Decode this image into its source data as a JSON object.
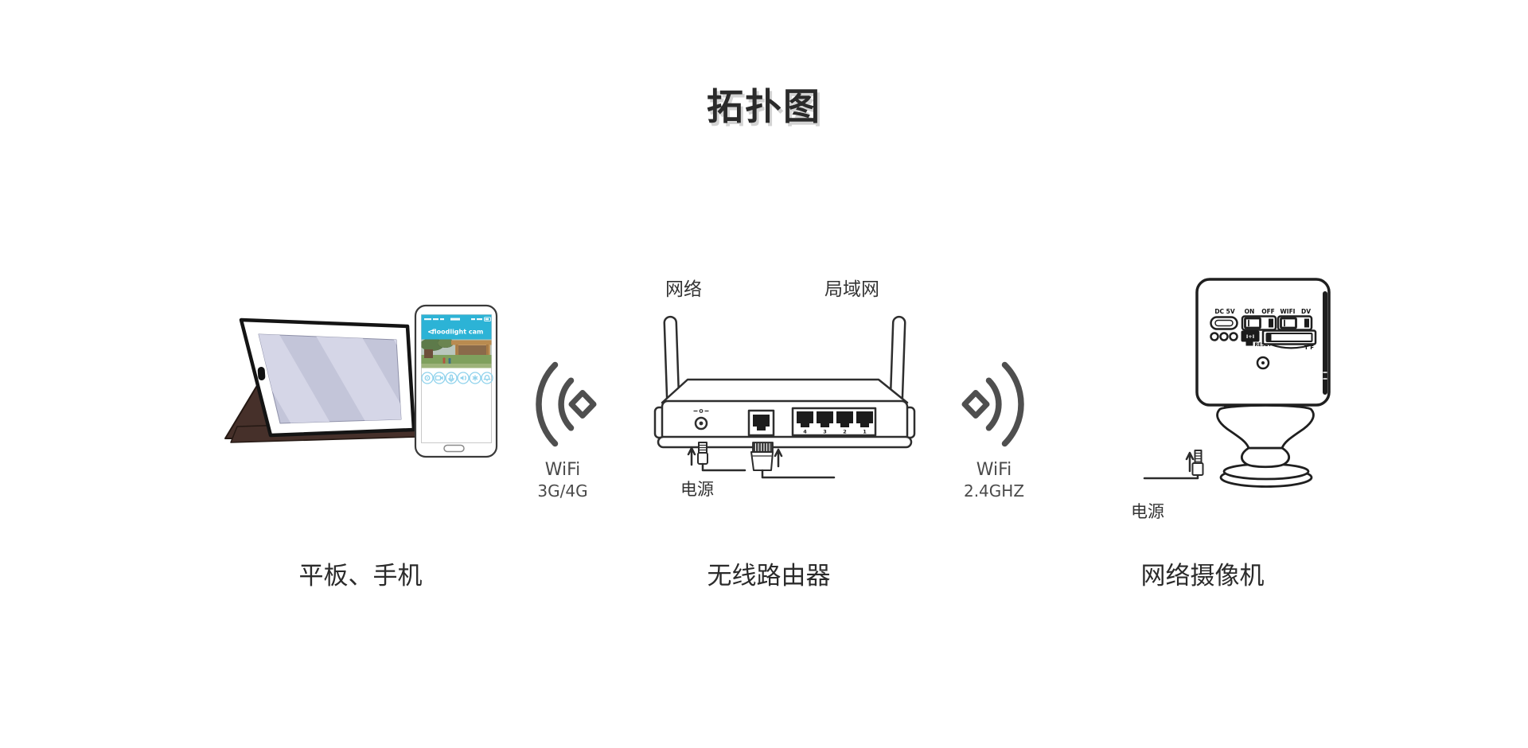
{
  "title": "拓扑图",
  "nodes": {
    "client": {
      "caption": "平板、手机"
    },
    "router": {
      "caption": "无线路由器",
      "wan_label": "网络",
      "lan_label": "局域网",
      "power_label": "电源",
      "lan_ports": [
        "4",
        "3",
        "2",
        "1"
      ]
    },
    "camera": {
      "caption": "网络摄像机",
      "power_label": "电源",
      "panel": {
        "power_port": "DC 5V",
        "on": "ON",
        "off": "OFF",
        "wifi": "WIFI",
        "dv": "DV",
        "reset_mark": "I+I",
        "reset": "RESET",
        "tf": "T F"
      }
    }
  },
  "links": {
    "client_router": {
      "line1": "WiFi",
      "line2": "3G/4G"
    },
    "router_camera": {
      "line1": "WiFi",
      "line2": "2.4GHZ"
    }
  },
  "phone_app": {
    "back": "<",
    "header": "floodlight cam"
  },
  "colors": {
    "accent_teal": "#2cb3d6",
    "icon_blue": "#8fd2ec",
    "wifi_gray": "#4f4f4f",
    "line_dark": "#2e2e2e",
    "tablet_screen": "#c3c5d9",
    "stand_brown": "#46302a"
  }
}
